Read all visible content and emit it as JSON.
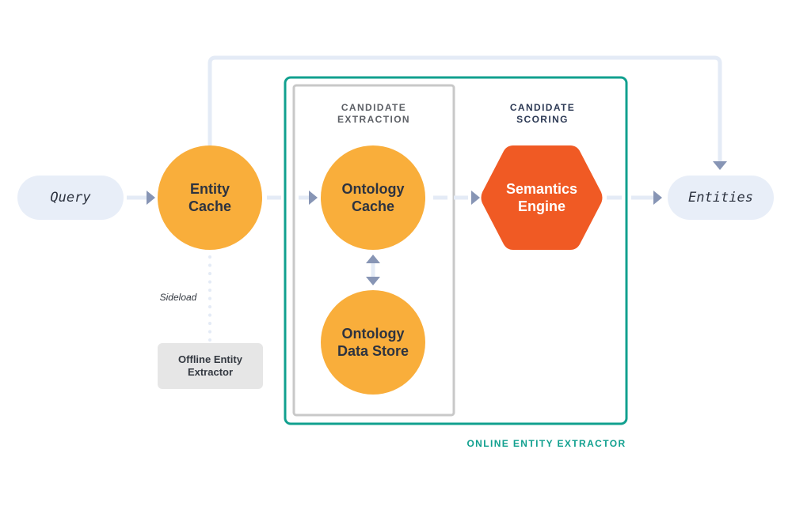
{
  "colors": {
    "orange_node": "#f9ae3b",
    "red_node": "#f05a24",
    "pill_bg": "#e8eef8",
    "connector": "#e4ebf6",
    "arrowhead": "#8795b5",
    "online_border": "#11a08f",
    "extraction_border": "#c8c8c8",
    "offline_box": "#e6e6e6",
    "extraction_title": "#5d6066",
    "scoring_title": "#2d3a55"
  },
  "nodes": {
    "query": "Query",
    "entity_cache": "Entity\nCache",
    "ontology_cache": "Ontology\nCache",
    "ontology_data_store": "Ontology\nData Store",
    "semantics_engine": "Semantics\nEngine",
    "entities": "Entities",
    "offline_extractor": "Offline Entity\nExtractor"
  },
  "sections": {
    "candidate_extraction": "CANDIDATE\nEXTRACTION",
    "candidate_scoring": "CANDIDATE\nSCORING",
    "online_extractor": "ONLINE ENTITY EXTRACTOR"
  },
  "annotations": {
    "sideload": "Sideload"
  }
}
